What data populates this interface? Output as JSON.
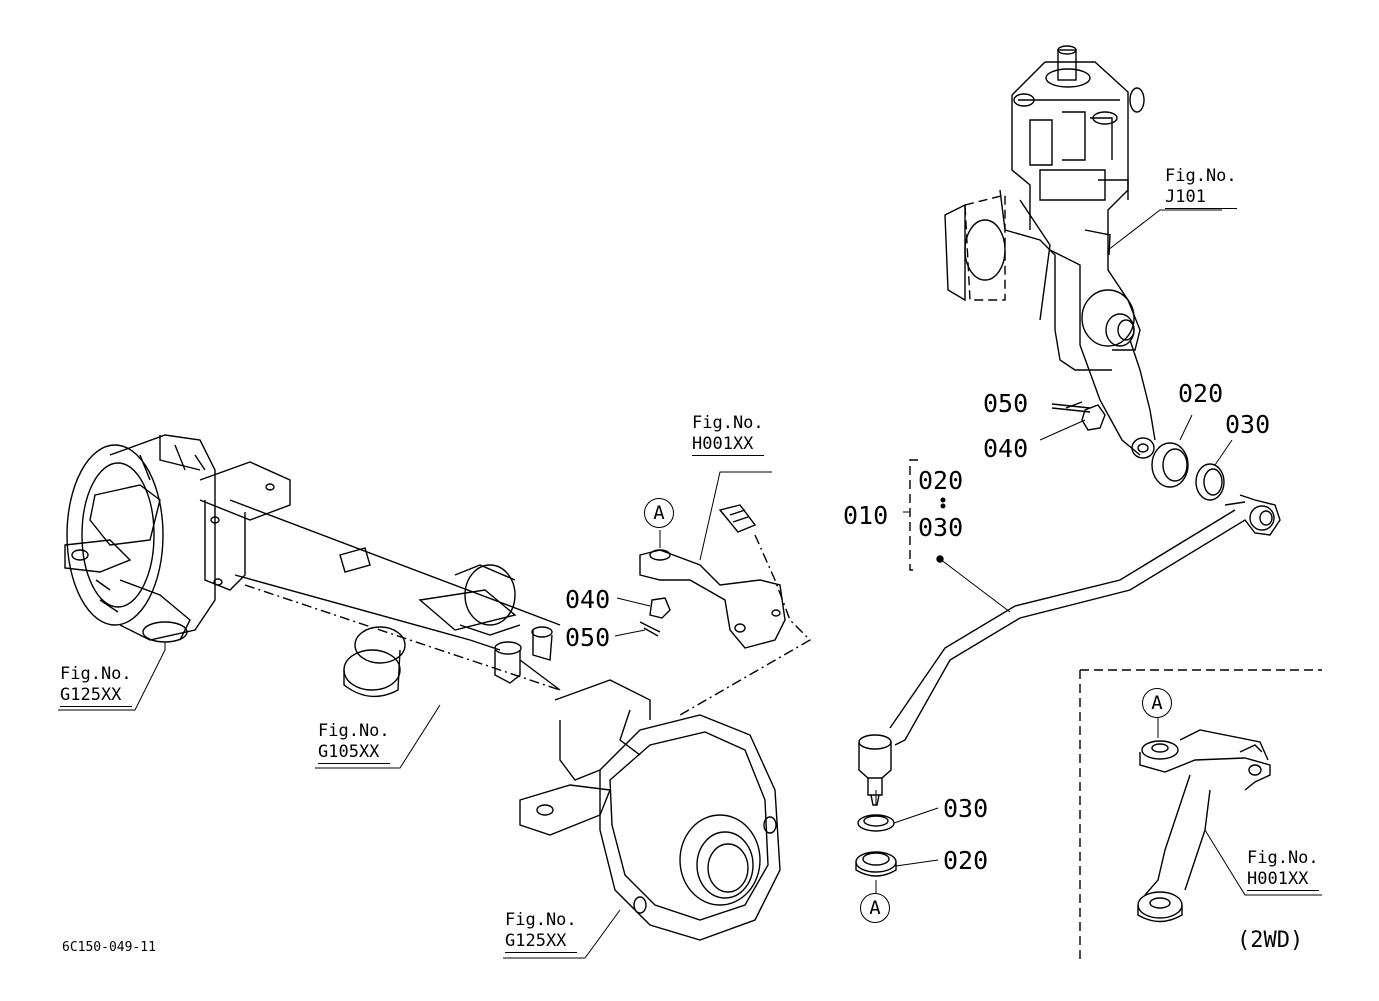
{
  "figure_refs": {
    "steering_box": {
      "line1": "Fig.No.",
      "line2": "J101"
    },
    "bracket_upper": {
      "line1": "Fig.No.",
      "line2": "H001XX"
    },
    "hub_left": {
      "line1": "Fig.No.",
      "line2": "G125XX"
    },
    "axle": {
      "line1": "Fig.No.",
      "line2": "G105XX"
    },
    "hub_right": {
      "line1": "Fig.No.",
      "line2": "G125XX"
    },
    "bracket_2wd": {
      "line1": "Fig.No.",
      "line2": "H001XX"
    }
  },
  "part_numbers": {
    "p050_upper": "050",
    "p040_upper": "040",
    "p020_upper": "020",
    "p030_upper": "030",
    "p010": "010",
    "p010_sub_020": "020",
    "p010_sub_030": "030",
    "p040_left": "040",
    "p050_left": "050",
    "p030_lower": "030",
    "p020_lower": "020"
  },
  "markers": {
    "a_bracket": "A",
    "a_lower": "A",
    "a_2wd": "A"
  },
  "inset_label": "(2WD)",
  "drawing_code": "6C150-049-11"
}
